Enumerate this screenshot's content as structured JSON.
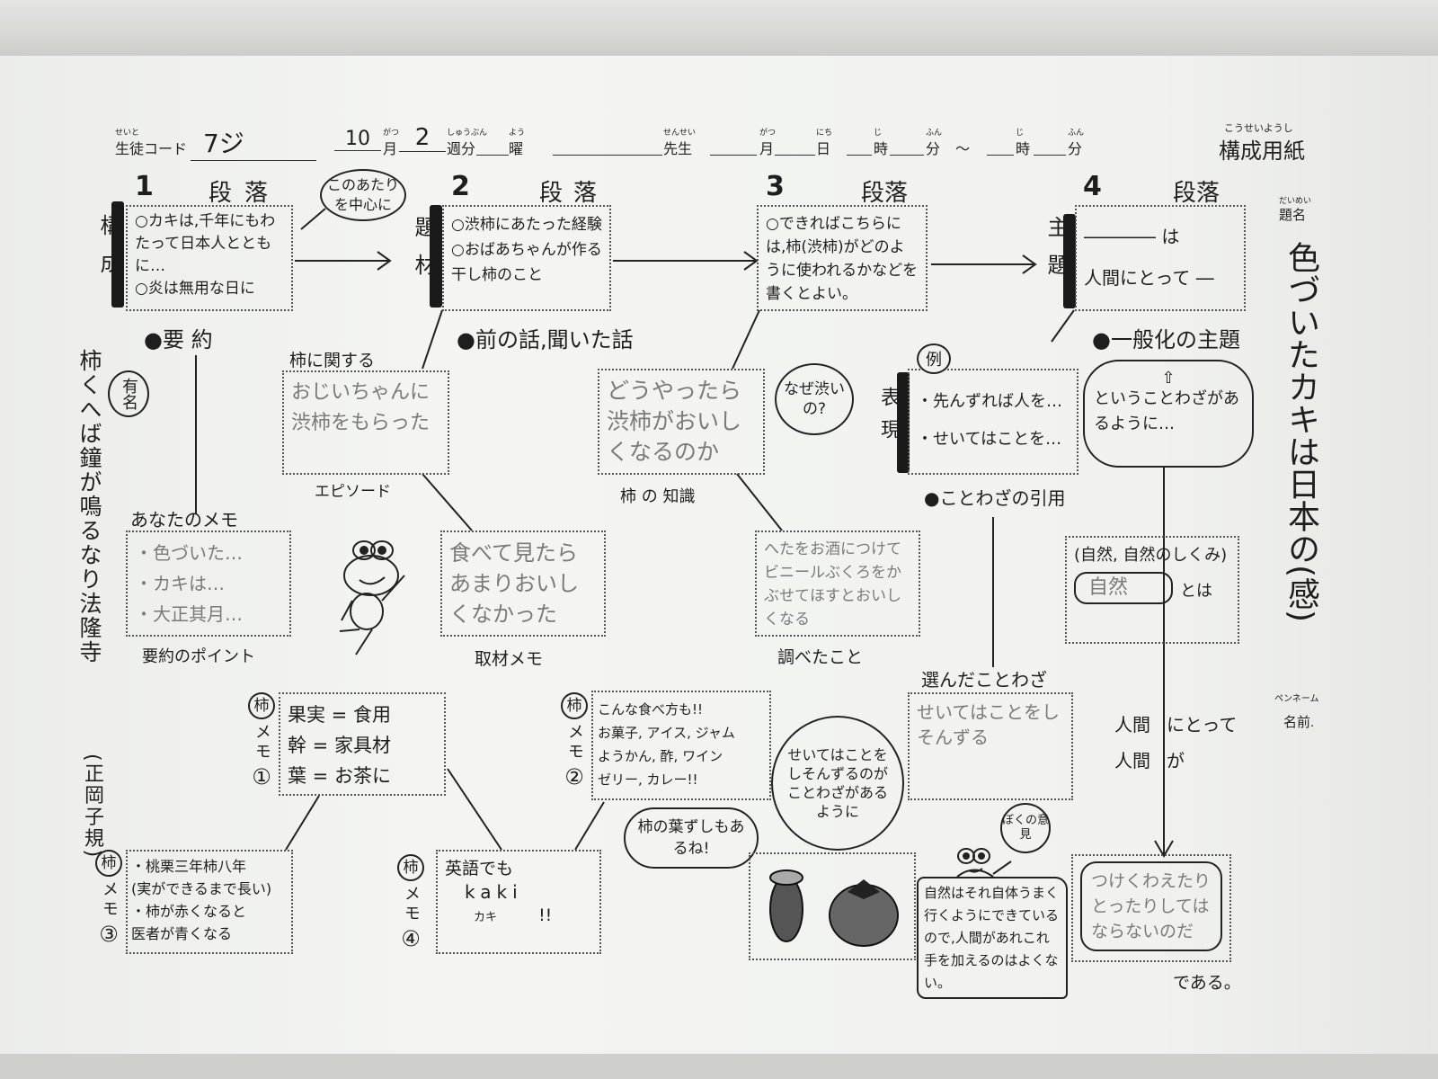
{
  "header": {
    "student_code_label": "生徒コード",
    "student_code_ruby": "せいと",
    "student_code_value": "7ジ",
    "month_value": "10",
    "month_label": "月",
    "month_ruby": "がつ",
    "week_value": "2",
    "week_label": "週分",
    "week_ruby": "しゅうぶん",
    "weekday_label": "曜",
    "weekday_ruby": "よう",
    "teacher_label": "先生",
    "teacher_ruby": "せんせい",
    "date_month_label": "月",
    "date_month_ruby": "がつ",
    "date_day_label": "日",
    "date_day_ruby": "にち",
    "hour_label": "時",
    "hour_ruby": "じ",
    "minute_label": "分",
    "minute_ruby": "ふん",
    "tilde": "～",
    "hour2_label": "時",
    "hour2_ruby": "じ",
    "minute2_label": "分",
    "minute2_ruby": "ふん",
    "sheet_title": "構成用紙",
    "sheet_title_ruby": "こうせいようし"
  },
  "title_column": {
    "title_label": "題名",
    "title_ruby": "だいめい",
    "title_value": "色づいたカキは日本の(感)",
    "penname_ruby": "ペンネーム",
    "name_label": "名前."
  },
  "paragraphs": [
    {
      "number": "1",
      "label": "段落",
      "side_label": "構成",
      "lines": [
        "○カキは,千年にもわたって日本人とともに…",
        "○炎は無用な日に",
        "…"
      ],
      "caption": "●要 約"
    },
    {
      "number": "2",
      "label": "段落",
      "side_label": "題材",
      "lines": [
        "○渋柿にあたった経験",
        "○おばあちゃんが作る干し柿のこと"
      ],
      "caption": "●前の話,聞いた話"
    },
    {
      "number": "3",
      "label": "段落",
      "lines": [
        "○できればこちらには,柿(渋柿)がどのように使われるかなどを書くとよい。"
      ]
    },
    {
      "number": "4",
      "label": "段落",
      "side_label": "主題",
      "lines": [
        "―――― は",
        "人間にとって ―"
      ],
      "caption": "●一般化の主題"
    }
  ],
  "bubble_center": "このあたりを中心に",
  "haiku": "柿くへば鐘が鳴るなり法隆寺",
  "haiku_author": "(正岡子規)",
  "famous_bubble": "有名",
  "memo_yours": {
    "title": "あなたのメモ",
    "lines": [
      "・色づいた…",
      "・カキは…",
      "・大正其月…"
    ],
    "caption": "要約のポイント"
  },
  "episode": {
    "title": "柿に関する",
    "text": "おじいちゃんに渋柿をもらった",
    "caption": "エピソード"
  },
  "knowledge": {
    "text": "どうやったら渋柿がおいしくなるのか",
    "caption": "柿 の 知識"
  },
  "why_bubble": "なぜ渋いの?",
  "expression": {
    "side_label": "表現",
    "tag": "例",
    "lines": [
      "・先んずれば人を…",
      "・せいてはことを…"
    ],
    "caption": "●ことわざの引用"
  },
  "proverb_cloud": {
    "arrow": "⇧",
    "text": "ということわざがあるように…"
  },
  "interview": {
    "text": "食べて見たらあまりおいしくなかった",
    "caption": "取材メモ"
  },
  "research": {
    "text": "へたをお酒につけてビニールぶくろをかぶせてほすとおいしくなる",
    "caption": "調べたこと"
  },
  "nature": {
    "text": "(自然, 自然のしくみ)",
    "highlight": "自然",
    "suffix": "とは"
  },
  "human": {
    "line1_a": "人間",
    "line1_b": "にとって",
    "line2_a": "人間",
    "line2_b": "が"
  },
  "chosen_proverb": {
    "title": "選んだことわざ",
    "text": "せいてはことをしそんずる"
  },
  "proverb_bubble": "せいてはことをしそんずるのがことわざがあるように",
  "memos": [
    {
      "kaki": "柿",
      "label": "メモ",
      "num": "①",
      "lines": [
        "果実 = 食用",
        "幹 = 家具材",
        "葉 = お茶に"
      ]
    },
    {
      "kaki": "柿",
      "label": "メモ",
      "num": "②",
      "lines": [
        "こんな食べ方も!!",
        "お菓子, アイス, ジャム",
        "ようかん, 酢, ワイン",
        "ゼリー, カレー!!"
      ]
    },
    {
      "kaki": "柿",
      "label": "メモ",
      "num": "③",
      "lines": [
        "・桃栗三年柿八年",
        "(実ができるまで長い)",
        "・柿が赤くなると",
        "医者が青くなる"
      ]
    },
    {
      "kaki": "柿",
      "label": "メモ",
      "num": "④",
      "lines": [
        "英語でも",
        "kaki",
        "カキ",
        "!!"
      ]
    }
  ],
  "leaf_sushi_cloud": "柿の葉ずしもあるね!",
  "my_opinion_bubble": "ぼくの意見",
  "opinion_text": "自然はそれ自体うまく行くようにできているので,人間があれこれ手を加えるのはよくない。",
  "conclusion": {
    "text": "つけくわえたりとったりしてはならないのだ",
    "suffix": "である。"
  }
}
